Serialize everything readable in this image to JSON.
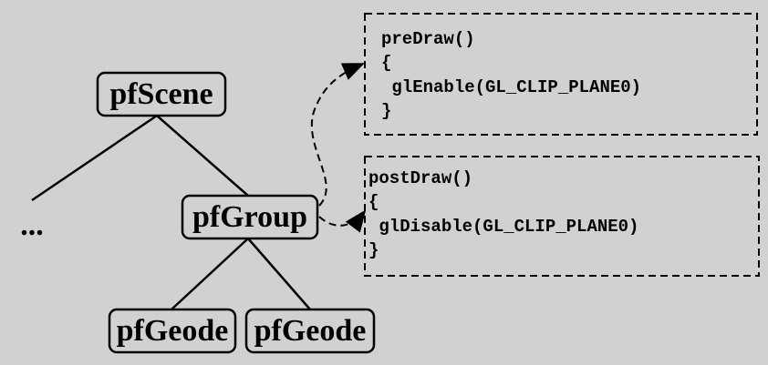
{
  "nodes": {
    "scene": "pfScene",
    "group": "pfGroup",
    "geode1": "pfGeode",
    "geode2": "pfGeode",
    "ellipsis": "..."
  },
  "pre_draw": {
    "l1": "preDraw()",
    "l2": "{",
    "l3": " glEnable(GL_CLIP_PLANE0)",
    "l4": "}"
  },
  "post_draw": {
    "l1": "postDraw()",
    "l2": "{",
    "l3": " glDisable(GL_CLIP_PLANE0)",
    "l4": "}"
  }
}
